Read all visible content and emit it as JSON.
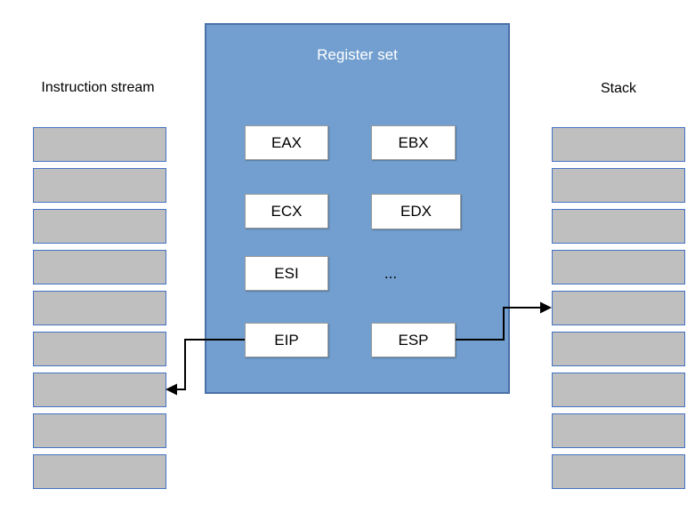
{
  "left_column": {
    "title": "Instruction stream",
    "row_count": 9
  },
  "right_column": {
    "title": "Stack",
    "row_count": 9
  },
  "register_set": {
    "title": "Register set",
    "registers": [
      "EAX",
      "EBX",
      "ECX",
      "EDX",
      "ESI",
      "...",
      "EIP",
      "ESP"
    ]
  },
  "connections": [
    {
      "from": "EIP",
      "to": "instruction-stream-row-7",
      "style": "elbow-arrow"
    },
    {
      "from": "ESP",
      "to": "stack-row-5",
      "style": "elbow-arrow"
    }
  ],
  "colors": {
    "background": "#ffffff",
    "register_set_fill": "#729fcf",
    "register_set_border": "#4a71a8",
    "register_set_title_color": "#ffffff",
    "memory_cell_fill": "#bfbfbf",
    "memory_cell_border": "#4472c4",
    "register_box_fill": "#ffffff",
    "register_box_border": "#9b9b9b",
    "label_color": "#000000",
    "arrow": "#000000"
  }
}
